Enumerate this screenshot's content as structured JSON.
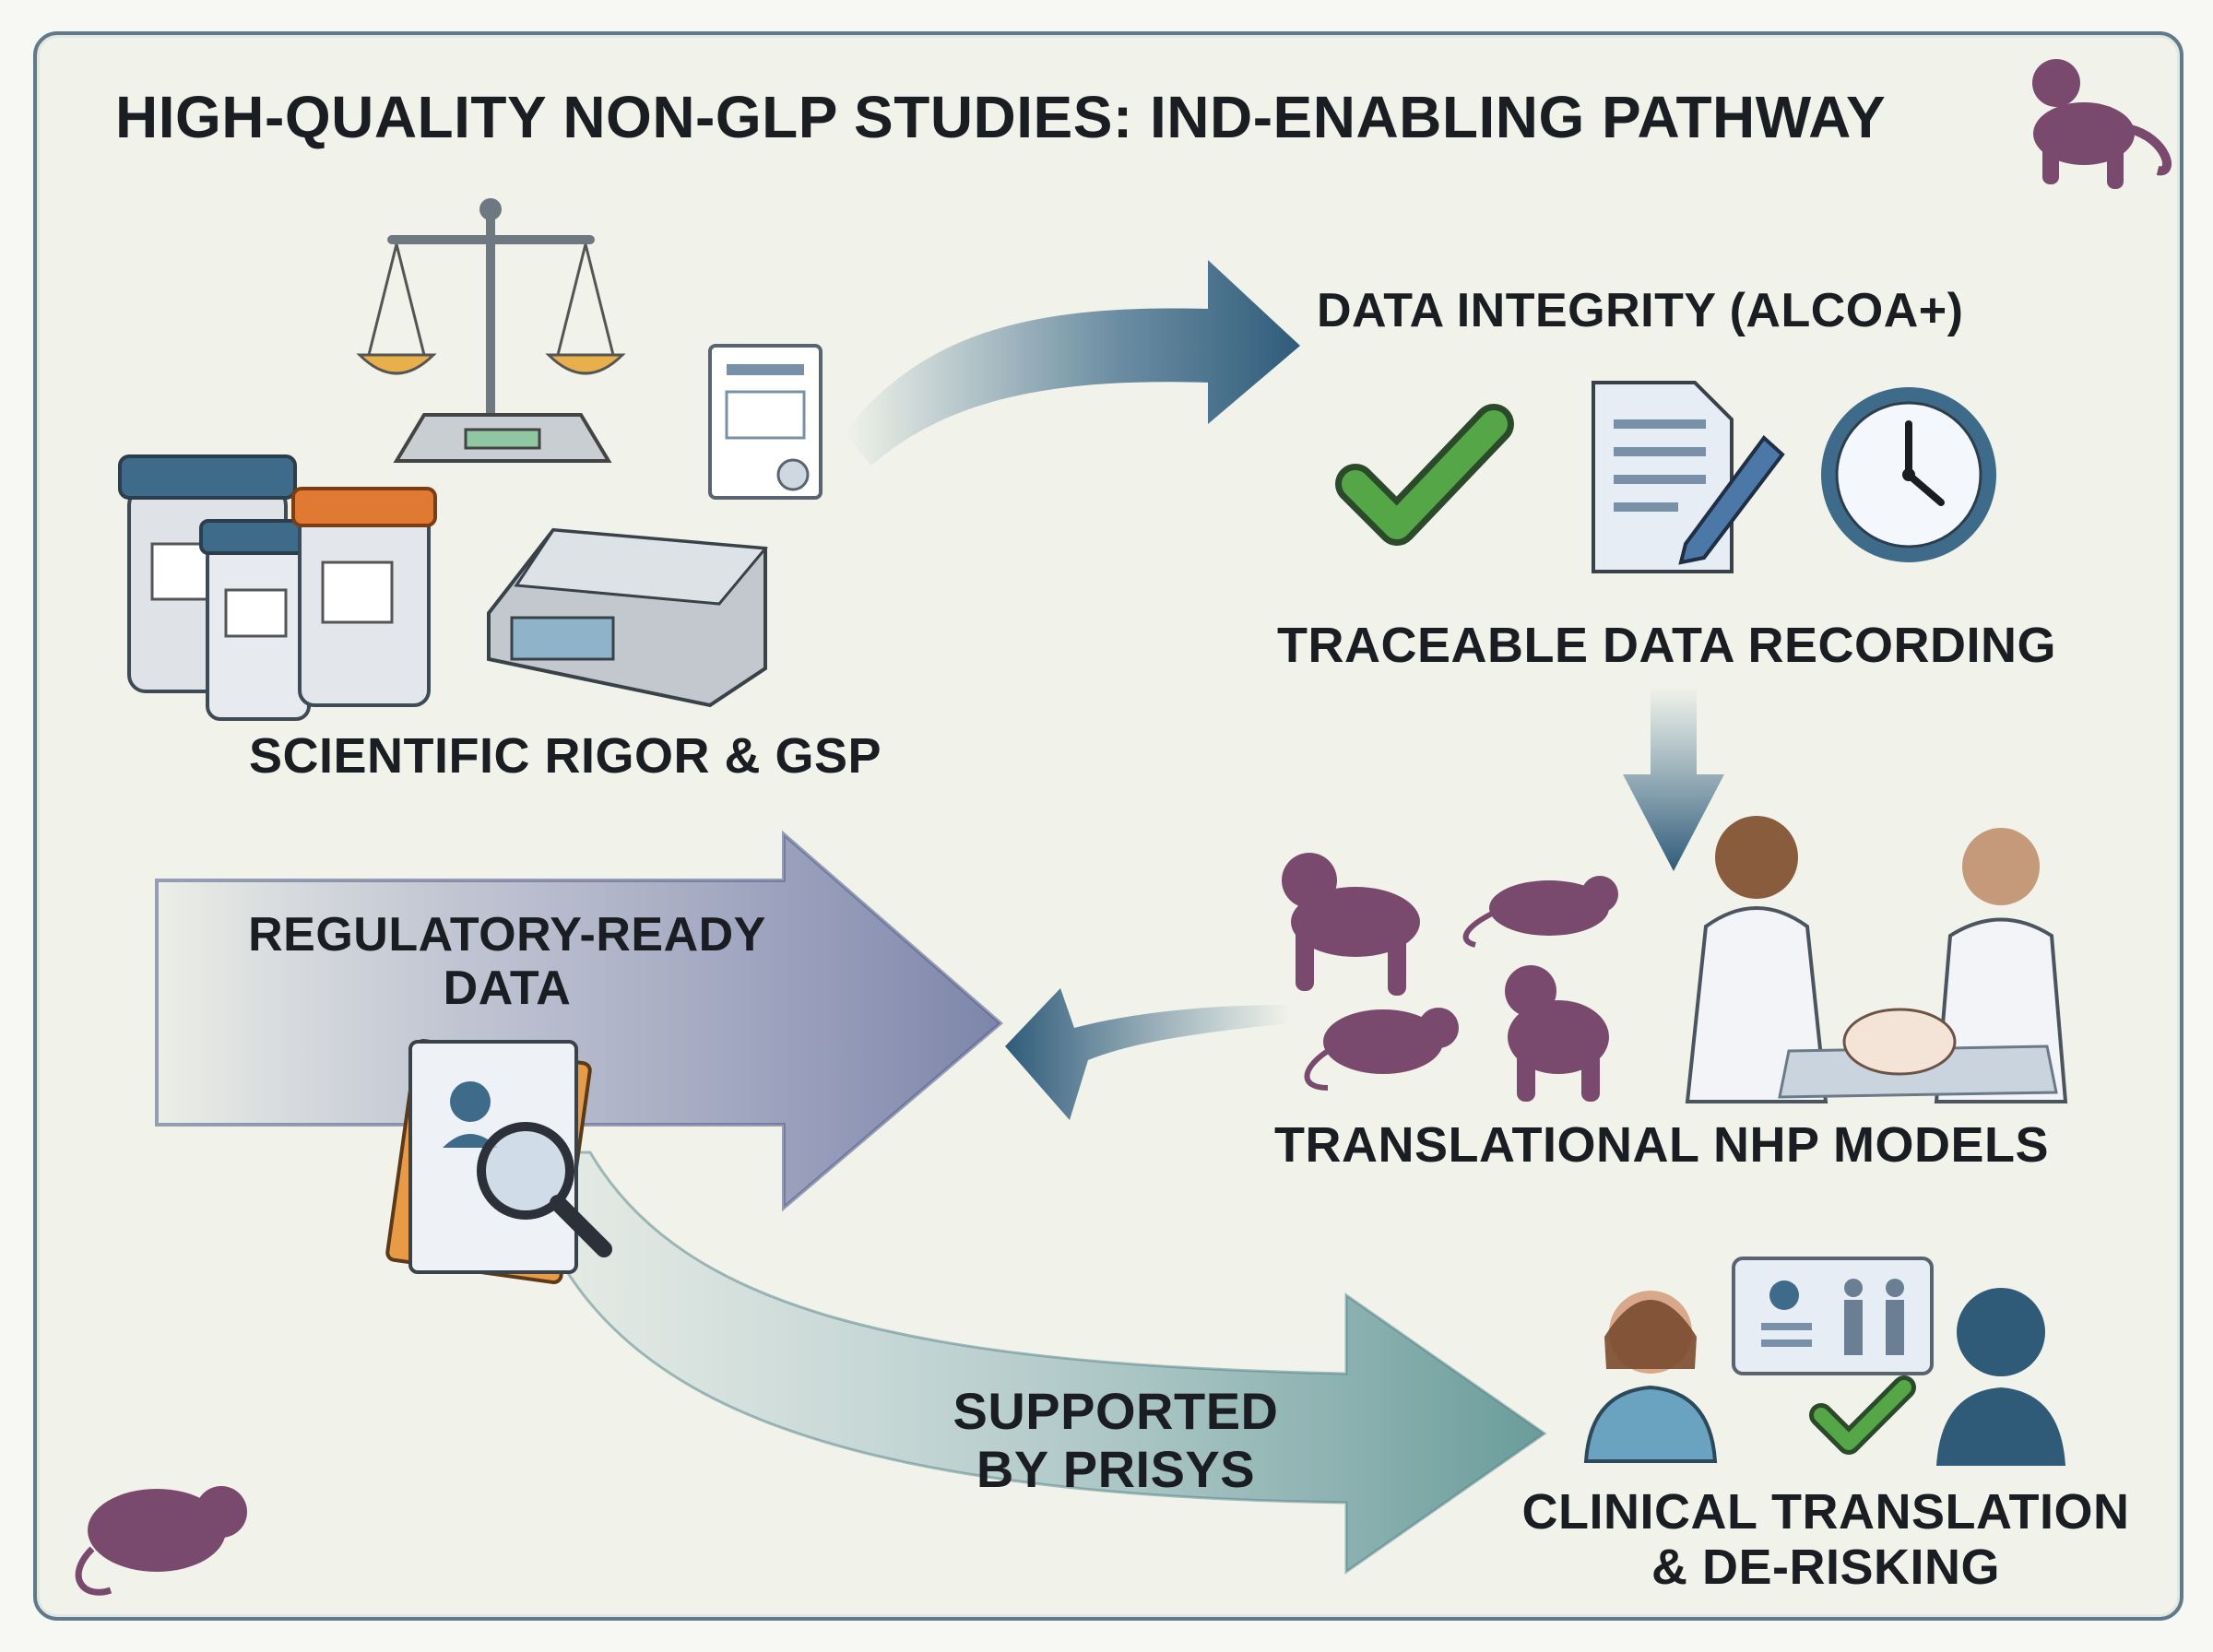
{
  "title": "HIGH-QUALITY NON-GLP STUDIES: IND-ENABLING PATHWAY",
  "nodes": {
    "scientific_rigor": "SCIENTIFIC RIGOR & GSP",
    "data_integrity": "DATA INTEGRITY (ALCOA+)",
    "traceable_recording": "TRACEABLE DATA RECORDING",
    "regulatory_ready_line1": "REGULATORY-READY",
    "regulatory_ready_line2": "DATA",
    "translational_models": "TRANSLATIONAL NHP MODELS",
    "supported_line1": "SUPPORTED",
    "supported_line2": "BY PRISYS",
    "clinical_line1": "CLINICAL TRANSLATION",
    "clinical_line2": "& DE-RISKING"
  },
  "icons": [
    "monkey-icon",
    "balance-scale-icon",
    "specimen-jars-icon",
    "analytical-balance-icon",
    "report-document-icon",
    "checkmark-icon",
    "document-pencil-icon",
    "clock-icon",
    "monkey-icon",
    "rat-icon",
    "scientists-icon",
    "dossier-magnifier-icon",
    "patient-icon",
    "clinical-card-icon",
    "rat-icon"
  ],
  "colors": {
    "arrow_blue": "#3e6b8a",
    "arrow_purple": "#7c84a8",
    "arrow_teal": "#6a9c9a",
    "animal_purple": "#7a4a6e",
    "check_green": "#4f9a45",
    "frame": "#5f7a8c"
  }
}
